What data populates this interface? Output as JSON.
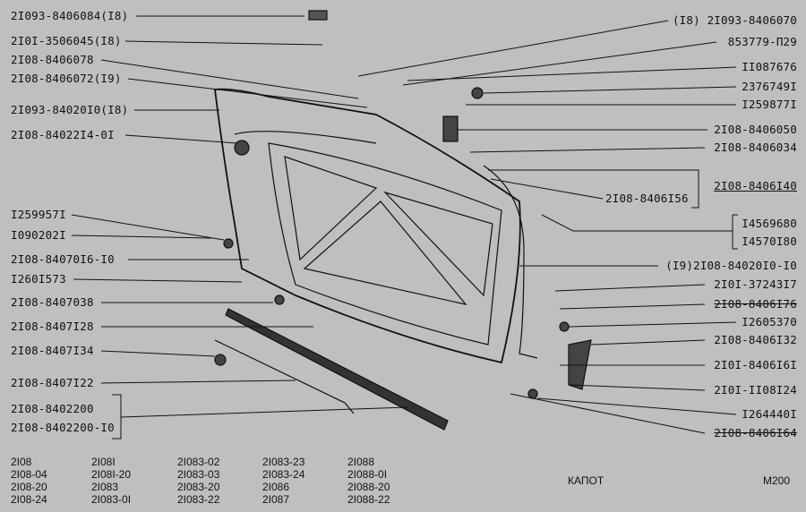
{
  "left_labels": [
    "2I093-8406084(I8)",
    "2I0I-3506045(I8)",
    "2I08-8406078",
    "2I08-8406072(I9)",
    "2I093-84020I0(I8)",
    "2I08-84022I4-0I",
    "I259957I",
    "I090202I",
    "2I08-84070I6-I0",
    "I260I573",
    "2I08-8407038",
    "2I08-8407I28",
    "2I08-8407I34",
    "2I08-8407I22",
    "2I08-8402200",
    "2I08-8402200-I0"
  ],
  "right_labels": [
    "(I8) 2I093-8406070",
    "853779-П29",
    "II087676",
    "2376749I",
    "I259877I",
    "2I08-8406050",
    "2I08-8406034",
    "2I08-8406I40",
    "2I08-8406I56",
    "I4569680",
    "I4570I80",
    "(I9)2I08-84020I0-I0",
    "2I0I-37243I7",
    "2I08-8406I76",
    "I2605370",
    "2I08-8406I32",
    "2I0I-8406I6I",
    "2I0I-II08I24",
    "I264440I",
    "2I08-8406I64"
  ],
  "models": [
    [
      "2I08",
      "2I08-04",
      "2I08-20",
      "2I08-24"
    ],
    [
      "2I08I",
      "2I08I-20",
      "2I083",
      "2I083-0I"
    ],
    [
      "2I083-02",
      "2I083-03",
      "2I083-20",
      "2I083-22"
    ],
    [
      "2I083-23",
      "2I083-24",
      "2I086",
      "2I087"
    ],
    [
      "2I088",
      "2I088-0I",
      "2I088-20",
      "2I088-22"
    ]
  ],
  "title": "КАПОТ",
  "page_code": "М200"
}
